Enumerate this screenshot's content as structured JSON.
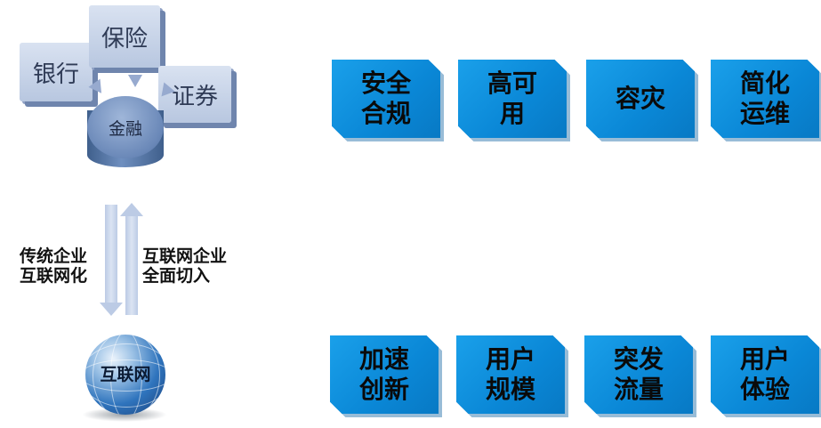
{
  "finance": {
    "bank": "银行",
    "insurance": "保险",
    "securities": "证券",
    "finance_center": "金融"
  },
  "arrows": {
    "left_label": "传统企业\n互联网化",
    "right_label": "互联网企业\n全面切入"
  },
  "internet": {
    "label": "互联网"
  },
  "top_tags": [
    {
      "label": "安全\n合规"
    },
    {
      "label": "高可\n用"
    },
    {
      "label": "容灾"
    },
    {
      "label": "简化\n运维"
    }
  ],
  "bottom_tags": [
    {
      "label": "加速\n创新"
    },
    {
      "label": "用户\n规模"
    },
    {
      "label": "突发\n流量"
    },
    {
      "label": "用户\n体验"
    }
  ],
  "colors": {
    "tag_blue": "#0a87d6",
    "cube_light": "#c9d5ea",
    "cube_dark": "#6f85ad",
    "globe_blue": "#2f74bd"
  }
}
